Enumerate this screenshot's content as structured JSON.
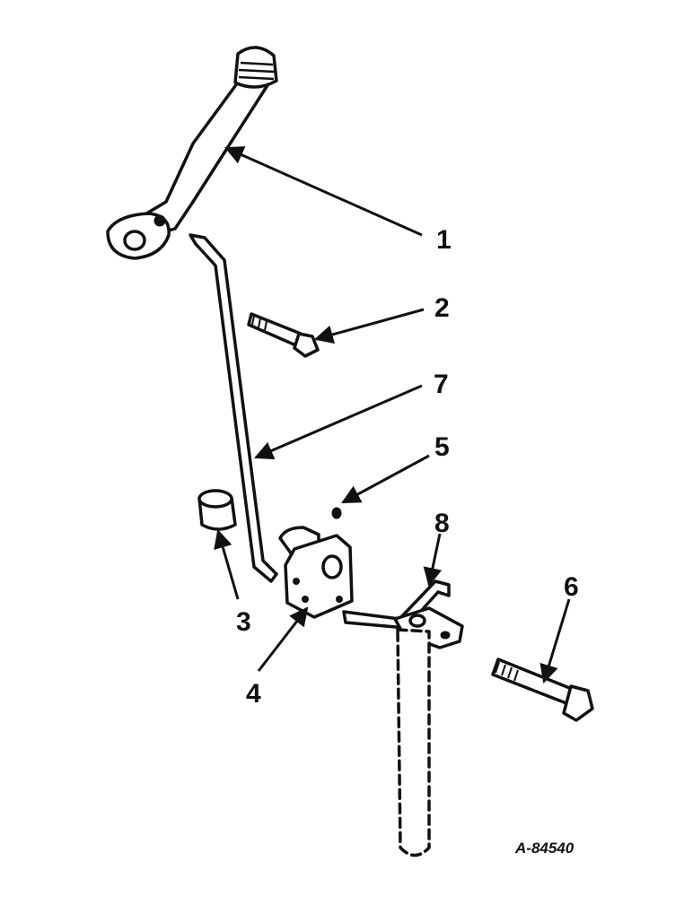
{
  "callouts": [
    "1",
    "2",
    "3",
    "4",
    "5",
    "6",
    "7",
    "8"
  ],
  "drawing_ref": "A-84540"
}
